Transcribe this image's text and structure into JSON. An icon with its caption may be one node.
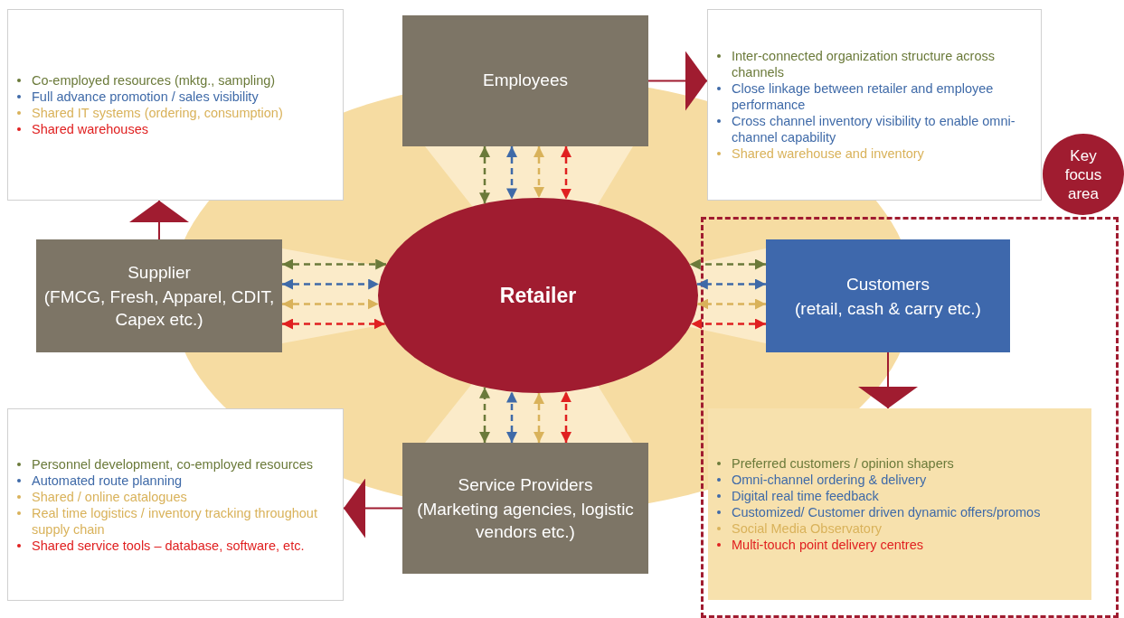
{
  "diagram": {
    "nodes": [
      {
        "text": [
          "Co-employed resources (mktg., sampling)",
          "Full advance promotion / sales visibility",
          "Shared IT systems (ordering, consumption)",
          "Shared warehouses"
        ]
      },
      {
        "text": [
          "Employees"
        ]
      },
      {
        "text": [
          "Inter-connected organization structure across channels",
          "Close linkage between retailer and employee performance",
          "Cross channel inventory visibility to enable omni-channel capability",
          "Shared warehouse and inventory"
        ]
      },
      {
        "text": [
          "Key focus area"
        ]
      },
      {
        "text": [
          "Supplier",
          "(FMCG, Fresh, Apparel, CDIT, Capex etc.)"
        ]
      },
      {
        "text": [
          "Retailer"
        ]
      },
      {
        "text": [],
        "shape": "box"
      },
      {
        "text": [
          "Customers",
          "(retail, cash & carry etc.)"
        ],
        "in": 6
      },
      {
        "text": [
          "Personnel development, co-employed resources",
          "Automated route planning",
          "Shared / online catalogues",
          "Real time logistics / inventory tracking throughout supply chain",
          "Shared service tools – database, software, etc."
        ]
      },
      {
        "text": [
          "Service Providers",
          "(Marketing agencies, logistic vendors etc.)"
        ]
      },
      {
        "text": [
          "Preferred customers / opinion shapers",
          "Omni-channel ordering & delivery",
          "Digital real time feedback",
          "Customized/ Customer driven dynamic offers/promos",
          "Social Media Observatory",
          "Multi-touch point delivery centres"
        ],
        "in": 6
      }
    ],
    "edges": [
      {
        "from": 1,
        "to": 5,
        "arrow": "both",
        "style": "dashed",
        "color": "#6b7a3a"
      },
      {
        "from": 1,
        "to": 5,
        "arrow": "both",
        "style": "dashed",
        "color": "#3f6aa8"
      },
      {
        "from": 1,
        "to": 5,
        "arrow": "both",
        "style": "dashed",
        "color": "#d9b25a"
      },
      {
        "from": 1,
        "to": 5,
        "arrow": "both",
        "style": "dashed",
        "color": "#e02020"
      },
      {
        "from": 4,
        "to": 5,
        "arrow": "both",
        "style": "dashed",
        "color": "#6b7a3a"
      },
      {
        "from": 4,
        "to": 5,
        "arrow": "both",
        "style": "dashed",
        "color": "#3f6aa8"
      },
      {
        "from": 4,
        "to": 5,
        "arrow": "both",
        "style": "dashed",
        "color": "#d9b25a"
      },
      {
        "from": 4,
        "to": 5,
        "arrow": "both",
        "style": "dashed",
        "color": "#e02020"
      },
      {
        "from": 7,
        "to": 5,
        "arrow": "both",
        "style": "dashed",
        "color": "#6b7a3a"
      },
      {
        "from": 7,
        "to": 5,
        "arrow": "both",
        "style": "dashed",
        "color": "#3f6aa8"
      },
      {
        "from": 7,
        "to": 5,
        "arrow": "both",
        "style": "dashed",
        "color": "#d9b25a"
      },
      {
        "from": 7,
        "to": 5,
        "arrow": "both",
        "style": "dashed",
        "color": "#e02020"
      },
      {
        "from": 9,
        "to": 5,
        "arrow": "both",
        "style": "dashed",
        "color": "#6b7a3a"
      },
      {
        "from": 9,
        "to": 5,
        "arrow": "both",
        "style": "dashed",
        "color": "#3f6aa8"
      },
      {
        "from": 9,
        "to": 5,
        "arrow": "both",
        "style": "dashed",
        "color": "#d9b25a"
      },
      {
        "from": 9,
        "to": 5,
        "arrow": "both",
        "style": "dashed",
        "color": "#e02020"
      },
      {
        "from": 4,
        "to": 0,
        "arrow": "to",
        "color": "#a01c30"
      },
      {
        "from": 1,
        "to": 2,
        "arrow": "to",
        "color": "#a01c30"
      },
      {
        "from": 7,
        "to": 10,
        "arrow": "to",
        "color": "#a01c30"
      },
      {
        "from": 9,
        "to": 8,
        "arrow": "to",
        "color": "#a01c30"
      }
    ]
  }
}
